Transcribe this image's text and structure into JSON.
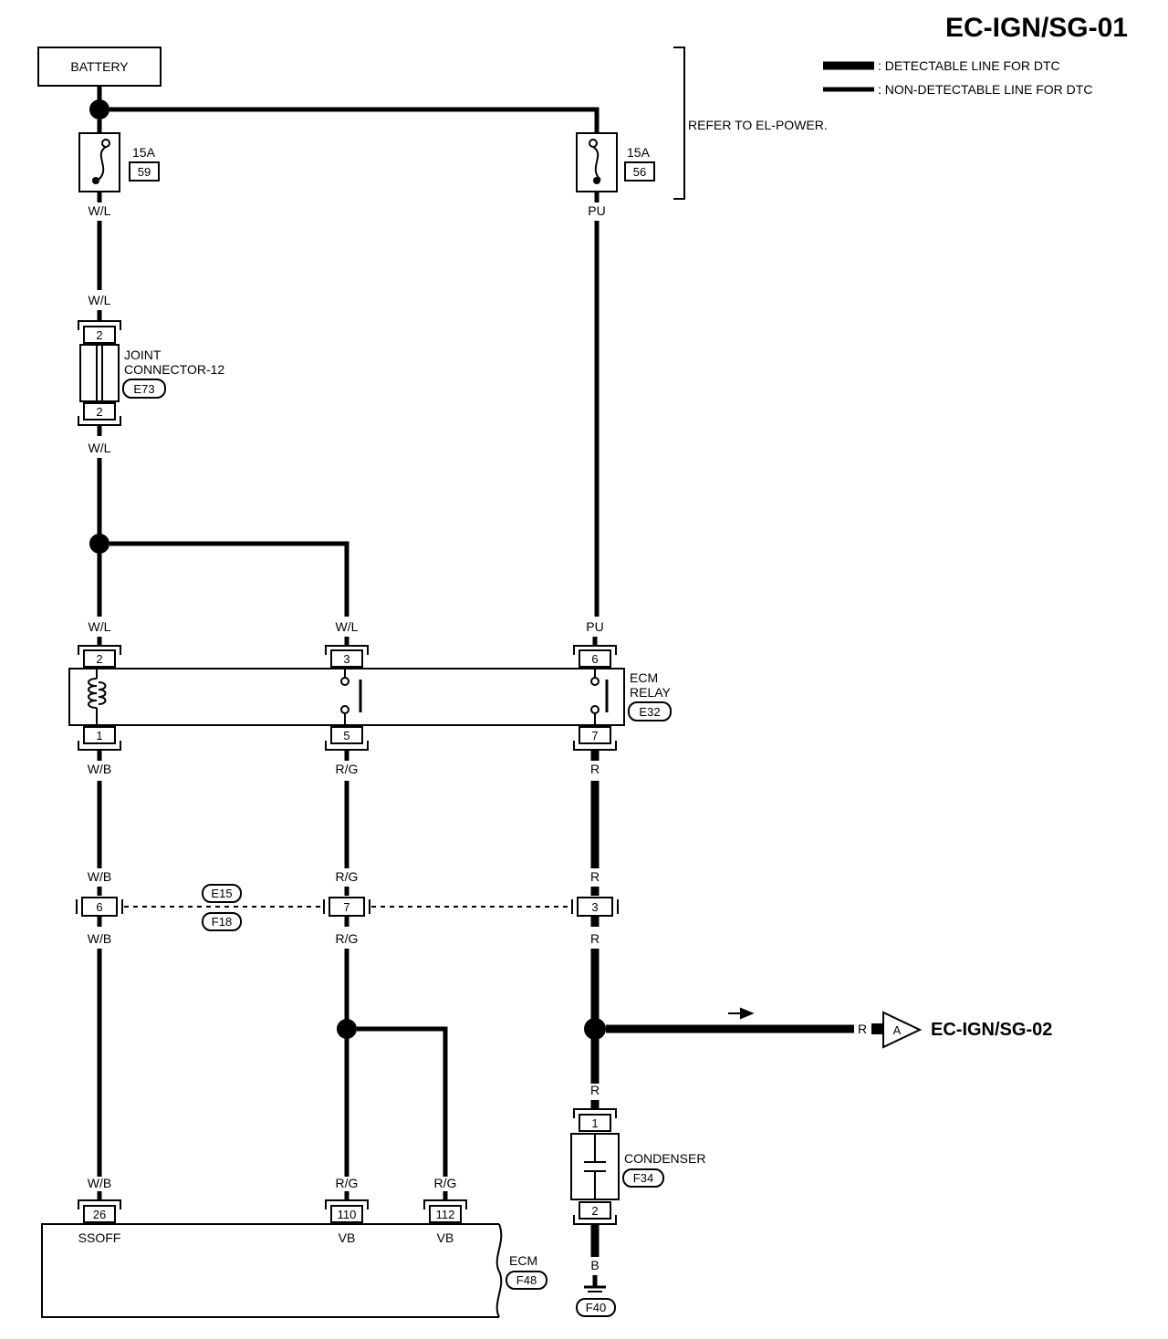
{
  "diagram": {
    "title": "EC-IGN/SG-01",
    "legend": {
      "detectable": ": DETECTABLE LINE FOR DTC",
      "non_detectable": ": NON-DETECTABLE LINE FOR DTC"
    },
    "refer_note": "REFER TO EL-POWER.",
    "battery": "BATTERY",
    "fuses": [
      {
        "rating": "15A",
        "number": "59",
        "wire_out": "W/L"
      },
      {
        "rating": "15A",
        "number": "56",
        "wire_out": "PU"
      }
    ],
    "joint_connector": {
      "name_line1": "JOINT",
      "name_line2": "CONNECTOR-12",
      "code": "E73",
      "pin_top": "2",
      "pin_bottom": "2",
      "wire_in": "W/L",
      "wire_out": "W/L"
    },
    "ecm_relay": {
      "name_line1": "ECM",
      "name_line2": "RELAY",
      "code": "E32",
      "pins_top": [
        "2",
        "3",
        "6"
      ],
      "pins_bottom": [
        "1",
        "5",
        "7"
      ],
      "wires_top": [
        "W/L",
        "W/L",
        "PU"
      ],
      "wires_bottom": [
        "W/B",
        "R/G",
        "R"
      ]
    },
    "harness_connector": {
      "code_top": "E15",
      "code_bottom": "F18",
      "pins": [
        "6",
        "7",
        "3"
      ],
      "wires_top": [
        "W/B",
        "R/G",
        "R"
      ],
      "wires_bottom": [
        "W/B",
        "R/G",
        "R"
      ]
    },
    "offpage": {
      "wire": "R",
      "letter": "A",
      "target": "EC-IGN/SG-02"
    },
    "condenser": {
      "name": "CONDENSER",
      "code": "F34",
      "pin_top": "1",
      "pin_bottom": "2",
      "wire_in": "R",
      "wire_out": "B"
    },
    "ground_code": "F40",
    "ecm": {
      "name": "ECM",
      "code": "F48",
      "pins": [
        {
          "wire": "W/B",
          "number": "26",
          "name": "SSOFF"
        },
        {
          "wire": "R/G",
          "number": "110",
          "name": "VB"
        },
        {
          "wire": "R/G",
          "number": "112",
          "name": "VB"
        }
      ]
    }
  }
}
